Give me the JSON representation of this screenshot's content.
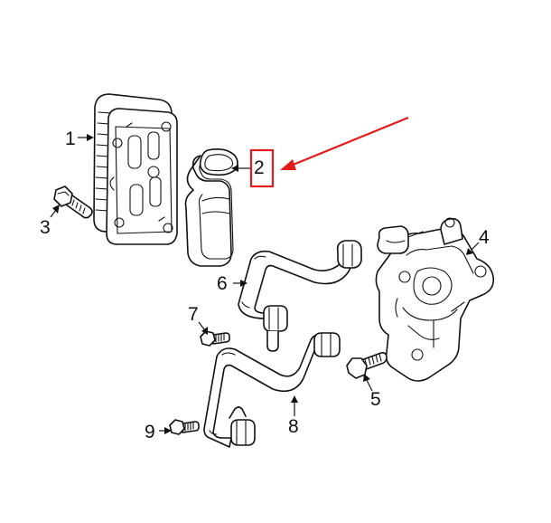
{
  "callouts": [
    {
      "id": "cooler",
      "label": "1"
    },
    {
      "id": "gasket",
      "label": "2"
    },
    {
      "id": "bolt-left",
      "label": "3"
    },
    {
      "id": "housing",
      "label": "4"
    },
    {
      "id": "bolt-housing",
      "label": "5"
    },
    {
      "id": "upper-tube",
      "label": "6"
    },
    {
      "id": "bolt-tube",
      "label": "7"
    },
    {
      "id": "lower-tube",
      "label": "8"
    },
    {
      "id": "bolt-lower",
      "label": "9"
    }
  ],
  "highlight": {
    "target": "2",
    "color": "#e31b1b"
  },
  "colors": {
    "line": "#111111",
    "background": "#ffffff",
    "accent": "#e31b1b"
  }
}
